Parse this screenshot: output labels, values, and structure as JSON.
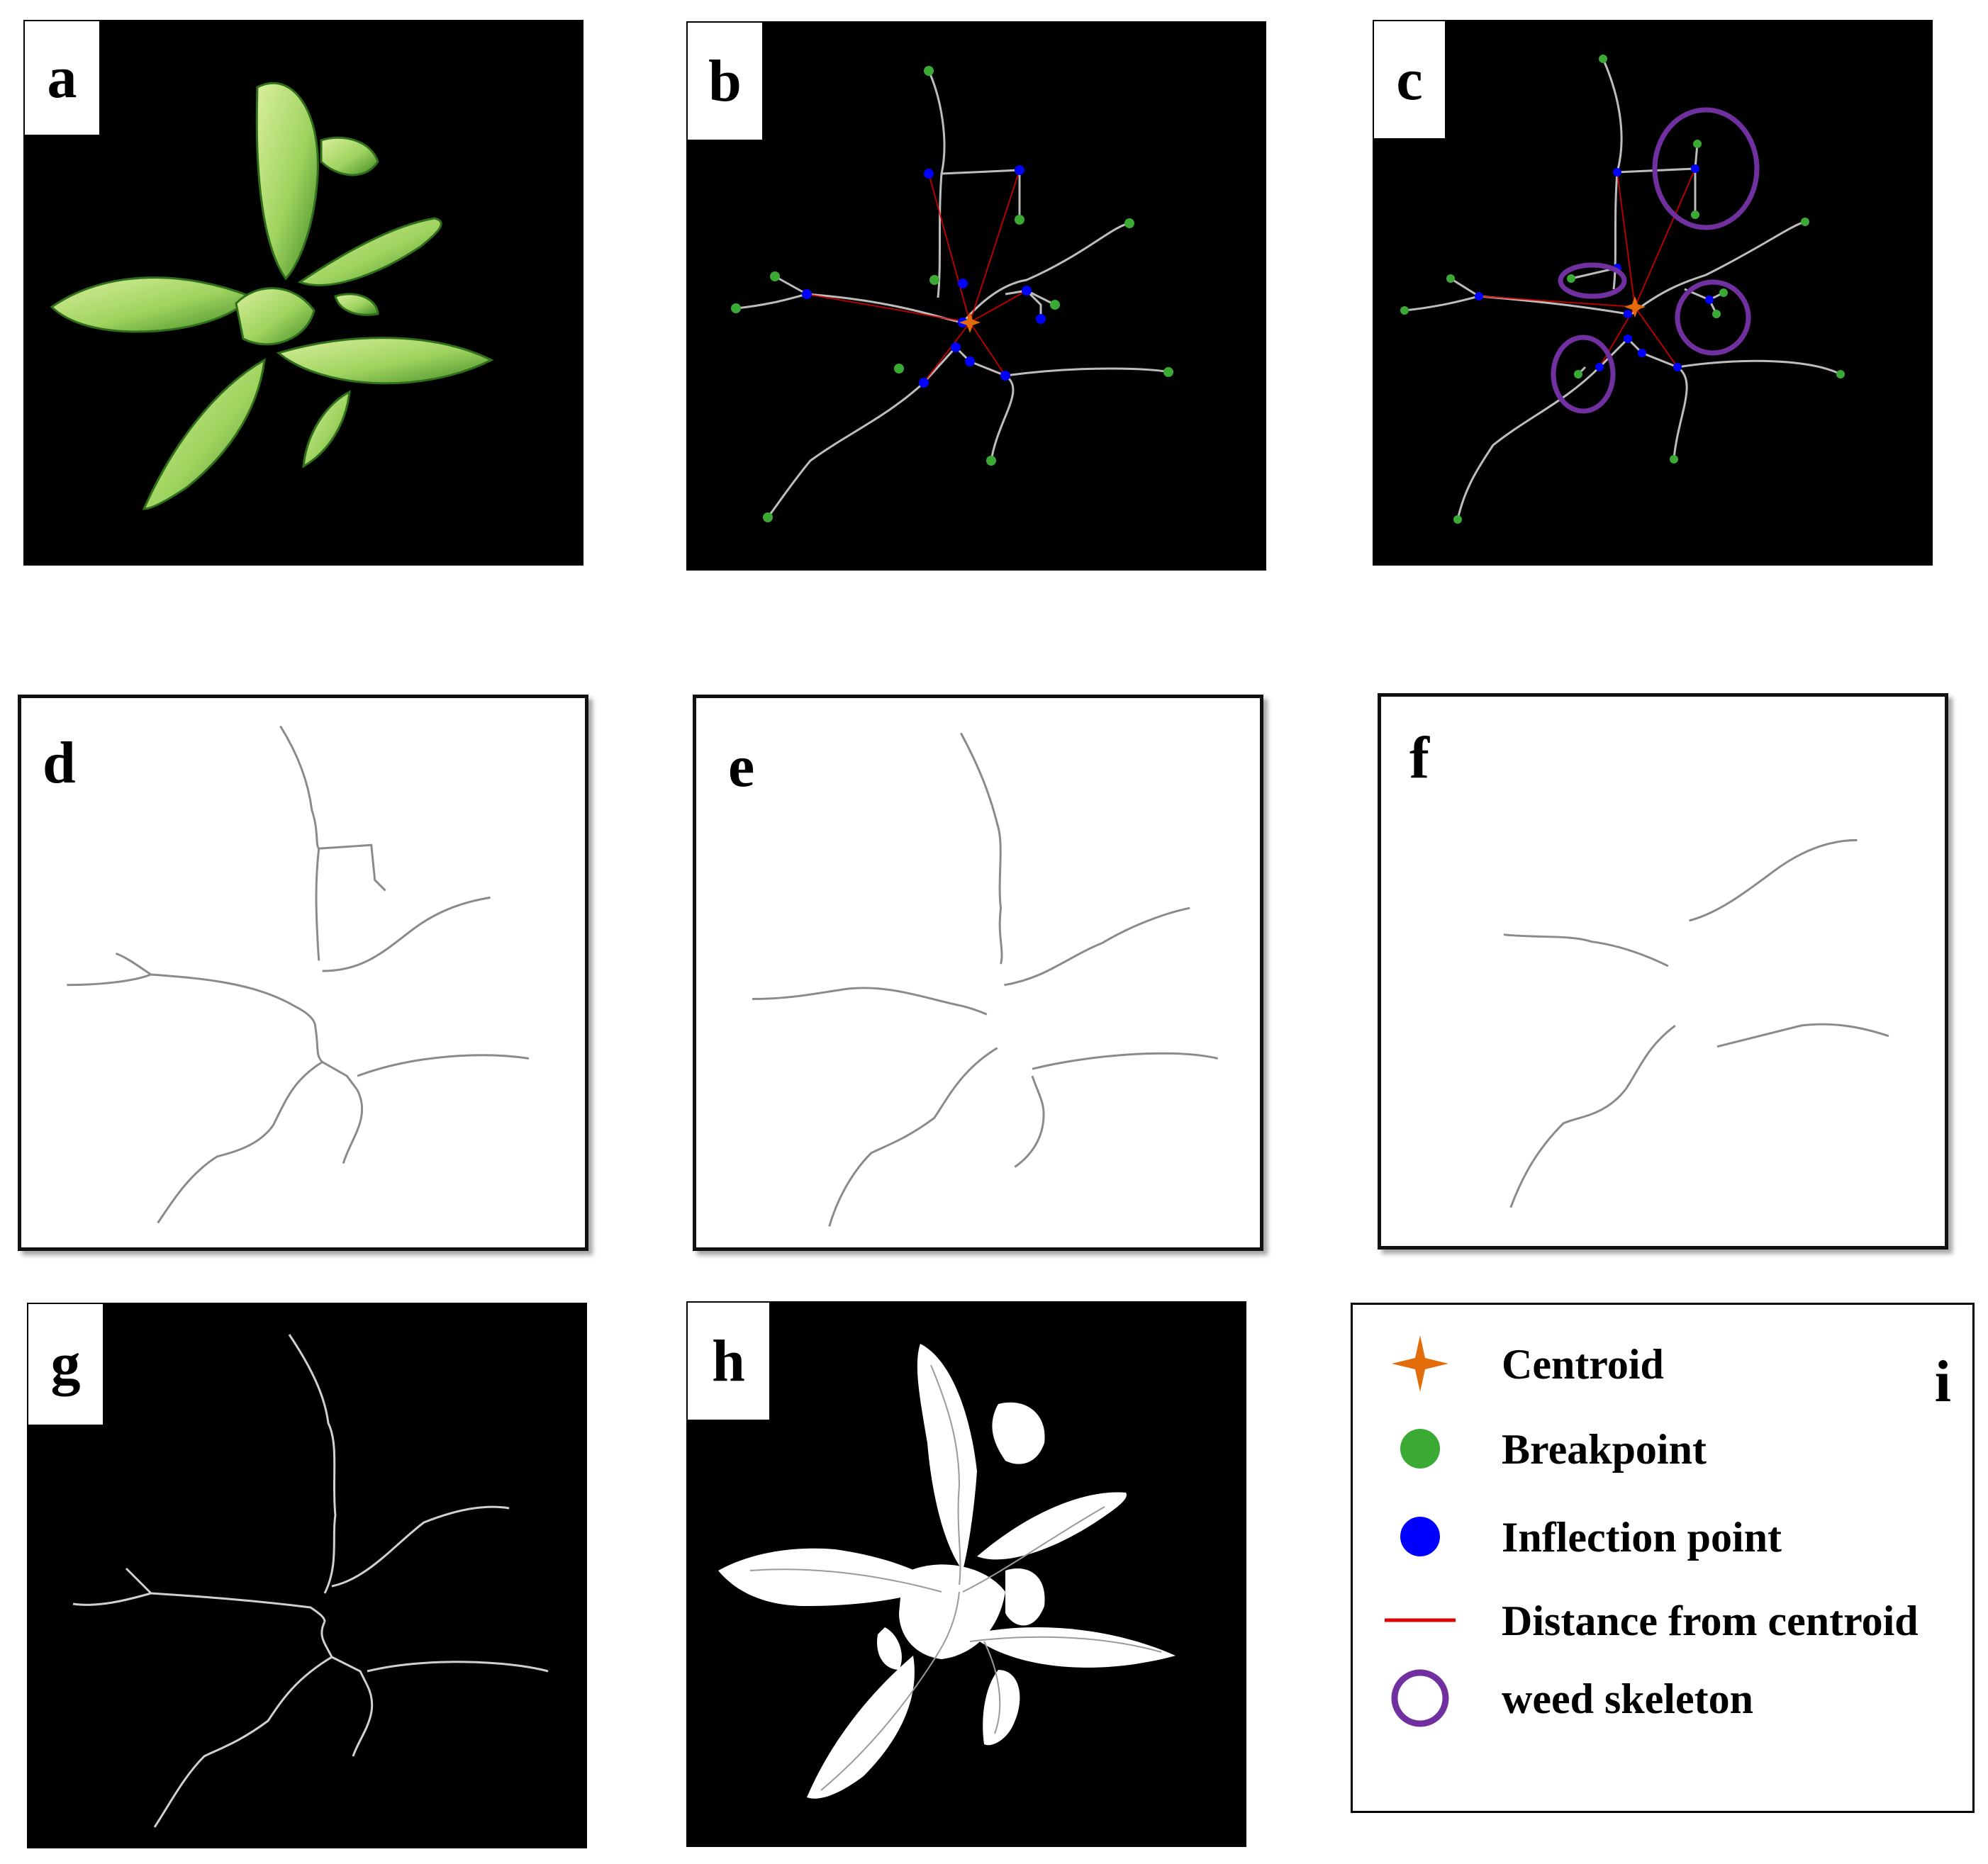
{
  "panels": {
    "a": {
      "label": "a"
    },
    "b": {
      "label": "b"
    },
    "c": {
      "label": "c"
    },
    "d": {
      "label": "d"
    },
    "e": {
      "label": "e"
    },
    "f": {
      "label": "f"
    },
    "g": {
      "label": "g"
    },
    "h": {
      "label": "h"
    },
    "i": {
      "label": "i"
    }
  },
  "legend": {
    "centroid": "Centroid",
    "breakpoint": "Breakpoint",
    "inflection": "Inflection point",
    "distance": "Distance from centroid",
    "weed": "weed skeleton"
  },
  "colors": {
    "centroid": "#e36c0a",
    "breakpoint": "#3aaa35",
    "inflection": "#0000ff",
    "distance": "#e00000",
    "weed": "#7030a0",
    "skeleton_dark": "#bdbdbd",
    "skeleton_light": "#8a8a8a",
    "leaf_light": "#c8e58a",
    "leaf_dark": "#4e9a2a"
  }
}
